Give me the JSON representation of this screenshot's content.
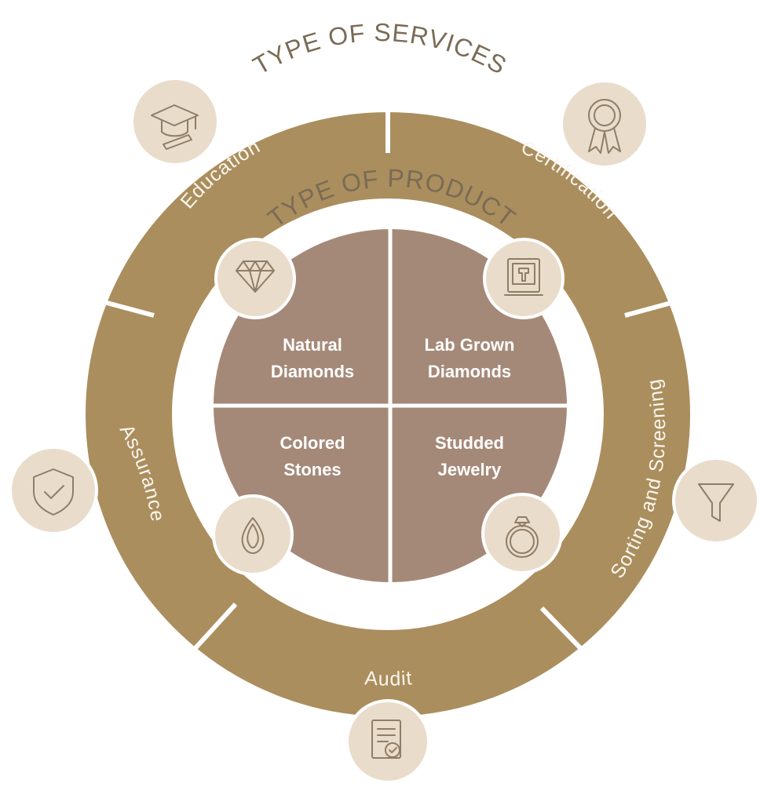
{
  "services": {
    "title": "TYPE OF SERVICES",
    "items": [
      {
        "label": "Certification",
        "icon": "ribbon-award-icon"
      },
      {
        "label": "Sorting and Screening",
        "icon": "filter-funnel-icon"
      },
      {
        "label": "Audit",
        "icon": "audit-document-icon"
      },
      {
        "label": "Assurance",
        "icon": "shield-check-icon"
      },
      {
        "label": "Education",
        "icon": "graduation-cap-icon"
      }
    ]
  },
  "products": {
    "title": "TYPE OF PRODUCT",
    "items": [
      {
        "line1": "Natural",
        "line2": "Diamonds",
        "icon": "diamond-icon"
      },
      {
        "line1": "Lab Grown",
        "line2": "Diamonds",
        "icon": "lab-machine-icon"
      },
      {
        "line1": "Colored",
        "line2": "Stones",
        "icon": "gemstone-icon"
      },
      {
        "line1": "Studded",
        "line2": "Jewelry",
        "icon": "ring-icon"
      }
    ]
  },
  "colors": {
    "outer_ring": "#ab8e5e",
    "inner_circle": "#a58978",
    "icon_circle": "#eadccb",
    "title_text": "#7a6b55",
    "separator": "#ffffff"
  }
}
